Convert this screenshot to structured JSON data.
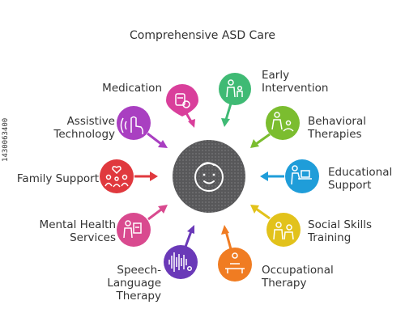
{
  "title": "Comprehensive ASD Care",
  "center": {
    "icon": "child-face-icon",
    "color": "#58585a"
  },
  "items": [
    {
      "id": "medication",
      "label": "Medication",
      "icon": "pill-bottle-icon",
      "color": "#d93f9b"
    },
    {
      "id": "early-intervention",
      "label": "Early\nIntervention",
      "icon": "parent-child-icon",
      "color": "#3fba74"
    },
    {
      "id": "behavioral-therapies",
      "label": "Behavioral\nTherapies",
      "icon": "therapist-client-icon",
      "color": "#7bbd2f"
    },
    {
      "id": "educational-support",
      "label": "Educational\nSupport",
      "icon": "student-desk-icon",
      "color": "#1f9dd9"
    },
    {
      "id": "social-skills-training",
      "label": "Social Skills\nTraining",
      "icon": "two-people-icon",
      "color": "#e2c21b"
    },
    {
      "id": "occupational-therapy",
      "label": "Occupational\nTherapy",
      "icon": "massage-table-icon",
      "color": "#f07c22"
    },
    {
      "id": "speech-language-therapy",
      "label": "Speech-\nLanguage\nTherapy",
      "icon": "sound-wave-icon",
      "color": "#6a39b8"
    },
    {
      "id": "mental-health-services",
      "label": "Mental Health\nServices",
      "icon": "counselor-icon",
      "color": "#d94a8f"
    },
    {
      "id": "family-support",
      "label": "Family Support",
      "icon": "family-heart-icon",
      "color": "#e0393e"
    },
    {
      "id": "assistive-technology",
      "label": "Assistive\nTechnology",
      "icon": "hand-touch-icon",
      "color": "#a93fc1"
    }
  ],
  "side_text": "1430063400"
}
